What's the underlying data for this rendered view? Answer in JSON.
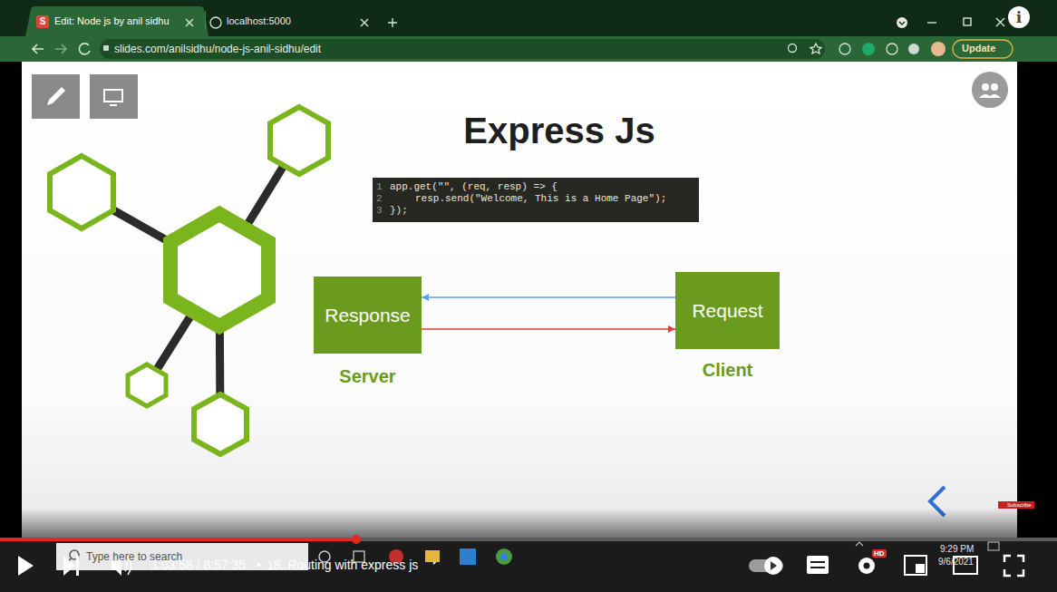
{
  "diagram": {
    "title": "Express Js",
    "nodes": [
      {
        "text": [
          "1",
          "app.get(\"\", (req, resp) => {",
          "2",
          "resp.send(\"Welcome, This is a Home Page\");",
          "3",
          "});"
        ]
      },
      {
        "text": [
          "Response",
          "Server"
        ]
      },
      {
        "text": [
          "Request",
          "Client"
        ]
      }
    ],
    "edges": [
      {
        "from": 2,
        "to": 1,
        "arrow": "to"
      },
      {
        "from": 1,
        "to": 2,
        "arrow": "to"
      }
    ],
    "labels": [
      "S",
      "Edit: Node js by anil sidhu",
      "localhost:5000",
      "slides.com/anilsidhu/node-js-anil-sidhu/edit",
      "Update",
      "i",
      "Type here to search",
      "3:03:58 / 8:57:35",
      "•",
      "18..Routing with express js",
      "HD",
      "9:29 PM",
      "9/6/2021",
      "Subscribe"
    ]
  }
}
